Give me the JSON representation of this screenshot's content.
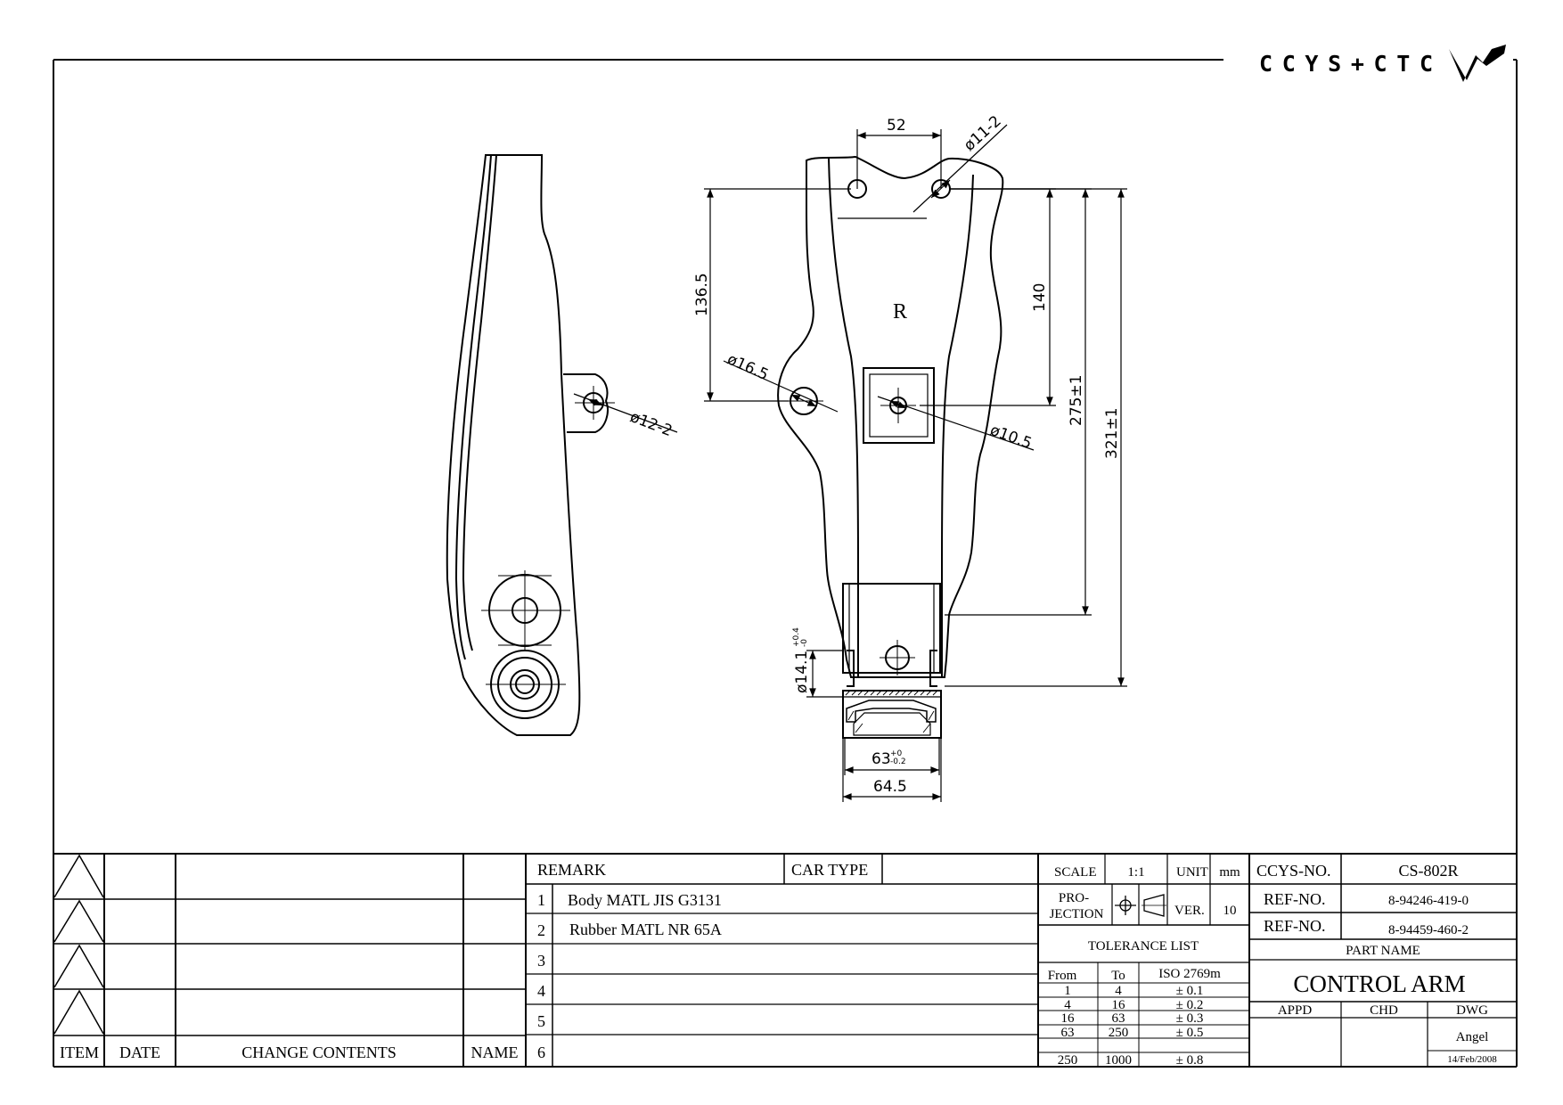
{
  "logo": {
    "text": "CCYS+CTC"
  },
  "drawing": {
    "side_label": "R",
    "dims": {
      "d52": "52",
      "d11": "ø11-2",
      "d1365": "136.5",
      "d140": "140",
      "d275": "275±1",
      "d321": "321±1",
      "d165": "ø16.5",
      "d105": "ø10.5",
      "d12": "ø12-2",
      "d141": "ø14.1",
      "d141tol_up": "+0.4",
      "d141tol_dn": "-0",
      "d63": "63",
      "d63tol_up": "+0",
      "d63tol_dn": "-0.2",
      "d645": "64.5"
    }
  },
  "revisions": {
    "headers": {
      "item": "ITEM",
      "date": "DATE",
      "change": "CHANGE CONTENTS",
      "name": "NAME"
    }
  },
  "remarks": {
    "header": "REMARK",
    "car_type_label": "CAR TYPE",
    "car_type_value": "",
    "rows": [
      {
        "n": "1",
        "text": "Body MATL JIS G3131"
      },
      {
        "n": "2",
        "text": "Rubber MATL NR 65A"
      },
      {
        "n": "3",
        "text": ""
      },
      {
        "n": "4",
        "text": ""
      },
      {
        "n": "5",
        "text": ""
      },
      {
        "n": "6",
        "text": ""
      }
    ]
  },
  "info": {
    "scale_label": "SCALE",
    "scale_value": "1:1",
    "unit_label": "UNIT",
    "unit_value": "mm",
    "projection_label_1": "PRO-",
    "projection_label_2": "JECTION",
    "ver_label": "VER.",
    "ver_value": "10",
    "tolerance_title": "TOLERANCE LIST",
    "tol_headers": {
      "from": "From",
      "to": "To",
      "iso": "ISO 2769m"
    },
    "tolerances": [
      {
        "from": "1",
        "to": "4",
        "tol": "± 0.1"
      },
      {
        "from": "4",
        "to": "16",
        "tol": "± 0.2"
      },
      {
        "from": "16",
        "to": "63",
        "tol": "± 0.3"
      },
      {
        "from": "63",
        "to": "250",
        "tol": "± 0.5"
      },
      {
        "from": "250",
        "to": "1000",
        "tol": "± 0.8"
      }
    ]
  },
  "title_block": {
    "ccys_label": "CCYS-NO.",
    "ccys_value": "CS-802R",
    "ref1_label": "REF-NO.",
    "ref1_value": "8-94246-419-0",
    "ref2_label": "REF-NO.",
    "ref2_value": "8-94459-460-2",
    "part_name_label": "PART NAME",
    "part_name": "CONTROL ARM",
    "appd_label": "APPD",
    "chd_label": "CHD",
    "dwg_label": "DWG",
    "dwg_name": "Angel",
    "dwg_date": "14/Feb/2008"
  }
}
